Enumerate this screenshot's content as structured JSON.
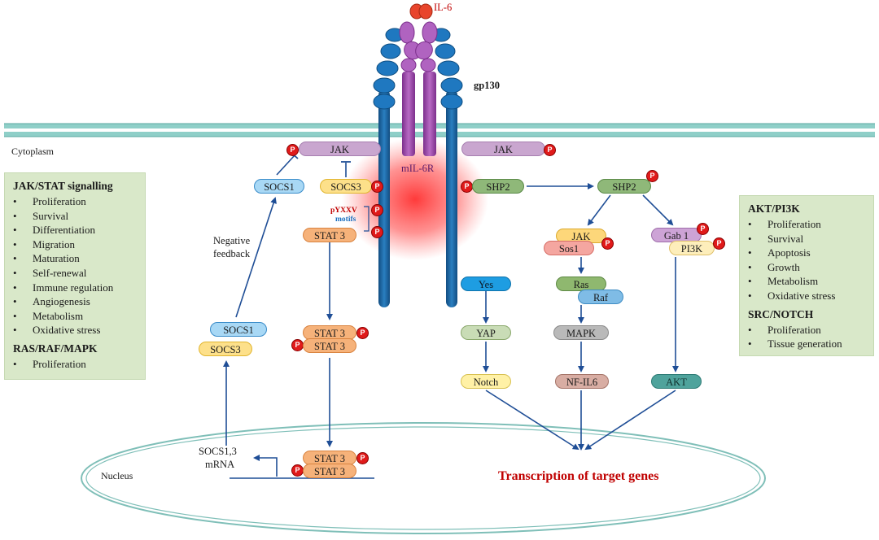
{
  "ligand": "IL-6",
  "receptors": {
    "gp130": "gp130",
    "mil6r": "mIL-6R"
  },
  "compartments": {
    "cytoplasm": "Cytoplasm",
    "nucleus": "Nucleus"
  },
  "nodes": {
    "jak_left": "JAK",
    "jak_right": "JAK",
    "socs1_top": "SOCS1",
    "socs3_top": "SOCS3",
    "motif_pyxxv": "pYXXV",
    "motif_motifs": "motifs",
    "stat3_top": "STAT 3",
    "shp2_left": "SHP2",
    "shp2_right": "SHP2",
    "negative_feedback_1": "Negative",
    "negative_feedback_2": "feedback",
    "socs1_mid": "SOCS1",
    "socs3_mid": "SOCS3",
    "stat3_dimer_a": "STAT 3",
    "stat3_dimer_b": "STAT 3",
    "stat3_nuc_a": "STAT 3",
    "stat3_nuc_b": "STAT 3",
    "mrna_1": "SOCS1,3",
    "mrna_2": "mRNA",
    "jak_mid": "JAK",
    "sos1": "Sos1",
    "ras": "Ras",
    "raf": "Raf",
    "mapk": "MAPK",
    "nfil6": "NF-IL6",
    "gab1": "Gab 1",
    "pi3k": "PI3K",
    "akt": "AKT",
    "yes": "Yes",
    "yap": "YAP",
    "notch": "Notch",
    "transcription": "Transcription of target genes",
    "phospho": "P"
  },
  "left_box": {
    "title1": "JAK/STAT signalling",
    "items1": [
      "Proliferation",
      "Survival",
      "Differentiation",
      "Migration",
      "Maturation",
      "Self-renewal",
      "Immune regulation",
      "Angiogenesis",
      "Metabolism",
      "Oxidative stress"
    ],
    "title2": "RAS/RAF/MAPK",
    "items2": [
      "Proliferation"
    ]
  },
  "right_box": {
    "title1": "AKT/PI3K",
    "items1": [
      "Proliferation",
      "Survival",
      "Apoptosis",
      "Growth",
      "Metabolism",
      "Oxidative stress"
    ],
    "title2": "SRC/NOTCH",
    "items2": [
      "Proliferation",
      "Tissue generation"
    ]
  },
  "colors": {
    "membrane": "#7fc3bd",
    "arrow": "#1f4e96",
    "receptor_blue": "#1f6fae",
    "receptor_purple": "#a24fb0",
    "phospho_red": "#e01a1a",
    "transcription_red": "#c00000",
    "box_green": "#d9e8c9"
  }
}
